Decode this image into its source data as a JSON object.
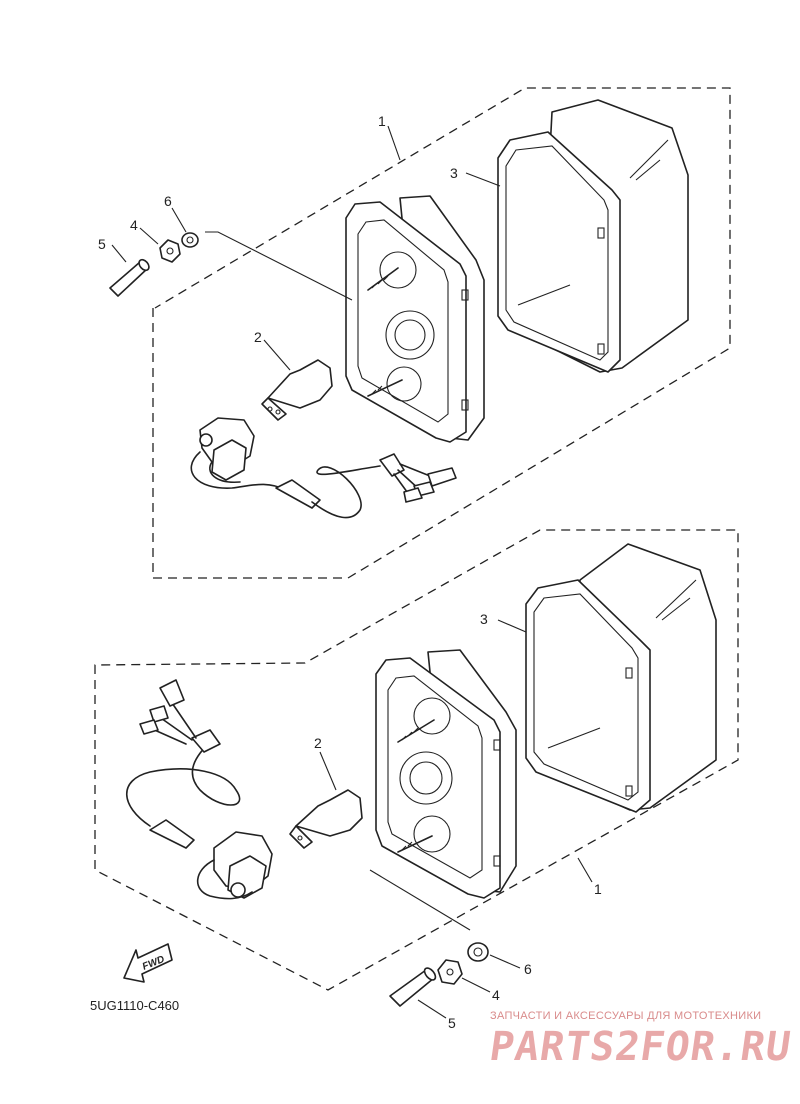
{
  "callouts": {
    "top_1": "1",
    "top_2": "2",
    "top_3": "3",
    "top_4": "4",
    "top_5": "5",
    "top_6": "6",
    "bot_1": "1",
    "bot_2": "2",
    "bot_3": "3",
    "bot_4": "4",
    "bot_5": "5",
    "bot_6": "6"
  },
  "fwd_label": "FWD",
  "diagram_code": "5UG1110-C460",
  "watermark": {
    "subtitle": "ЗАПЧАСТИ И АКСЕССУАРЫ ДЛЯ МОТОТЕХНИКИ",
    "logo": "PARTS2FOR.RU"
  }
}
